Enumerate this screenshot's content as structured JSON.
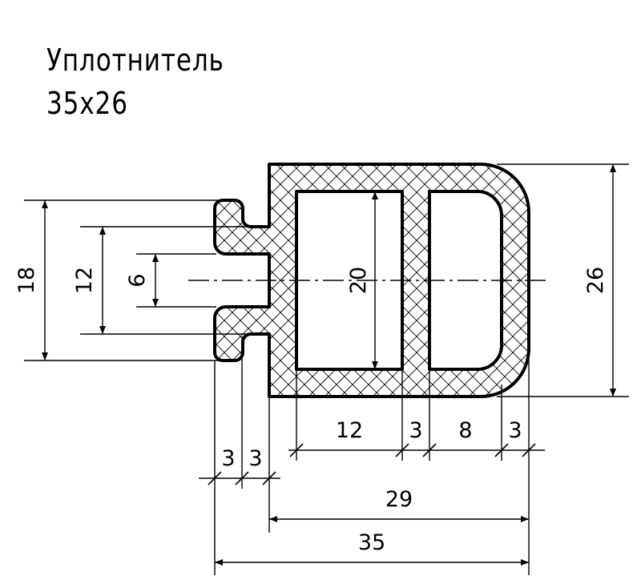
{
  "title": {
    "line1": "Уплотнитель",
    "line2": "35x26"
  },
  "dimensions": {
    "overall_height": "26",
    "inner_height": "20",
    "tongue_outer": "18",
    "tongue_mid": "12",
    "tongue_slot": "6",
    "chamber_left": "12",
    "wall_mid": "3",
    "chamber_right": "8",
    "wall_right": "3",
    "tongue_lip": "3",
    "tongue_neck": "3",
    "body_width": "29",
    "overall_width": "35"
  },
  "colors": {
    "line": "#000000",
    "background": "#ffffff"
  }
}
